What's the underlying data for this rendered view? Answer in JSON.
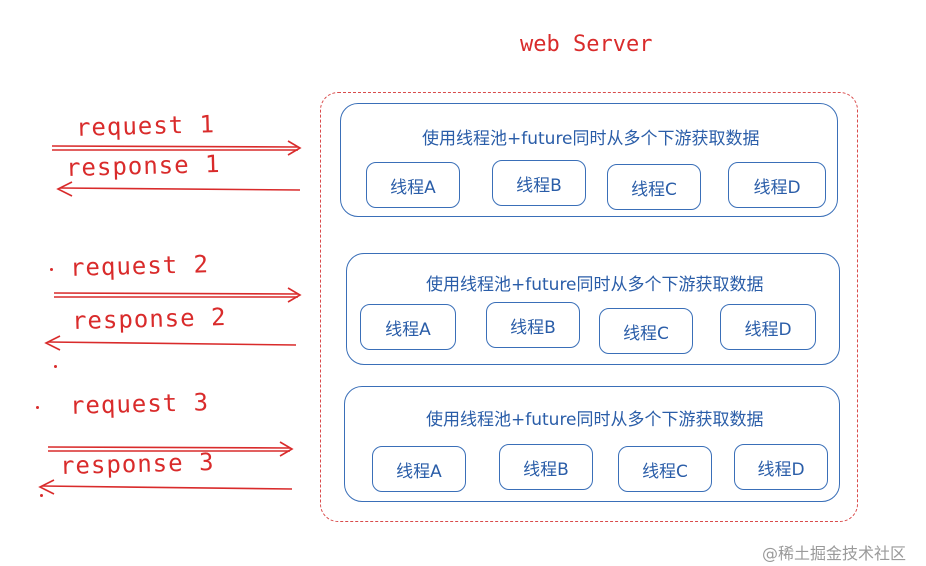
{
  "server_title": "web Server",
  "requests": [
    {
      "request": "request 1",
      "response": "response 1"
    },
    {
      "request": "request 2",
      "response": "response 2"
    },
    {
      "request": "request 3",
      "response": "response 3"
    }
  ],
  "panels": [
    {
      "title": "使用线程池+future同时从多个下游获取数据",
      "threads": [
        "线程A",
        "线程B",
        "线程C",
        "线程D"
      ]
    },
    {
      "title": "使用线程池+future同时从多个下游获取数据",
      "threads": [
        "线程A",
        "线程B",
        "线程C",
        "线程D"
      ]
    },
    {
      "title": "使用线程池+future同时从多个下游获取数据",
      "threads": [
        "线程A",
        "线程B",
        "线程C",
        "线程D"
      ]
    }
  ],
  "watermark": "@稀土掘金技术社区",
  "colors": {
    "request_red": "#d92b2b",
    "thread_blue": "#3a6fb8",
    "server_border": "#d94b4b"
  }
}
